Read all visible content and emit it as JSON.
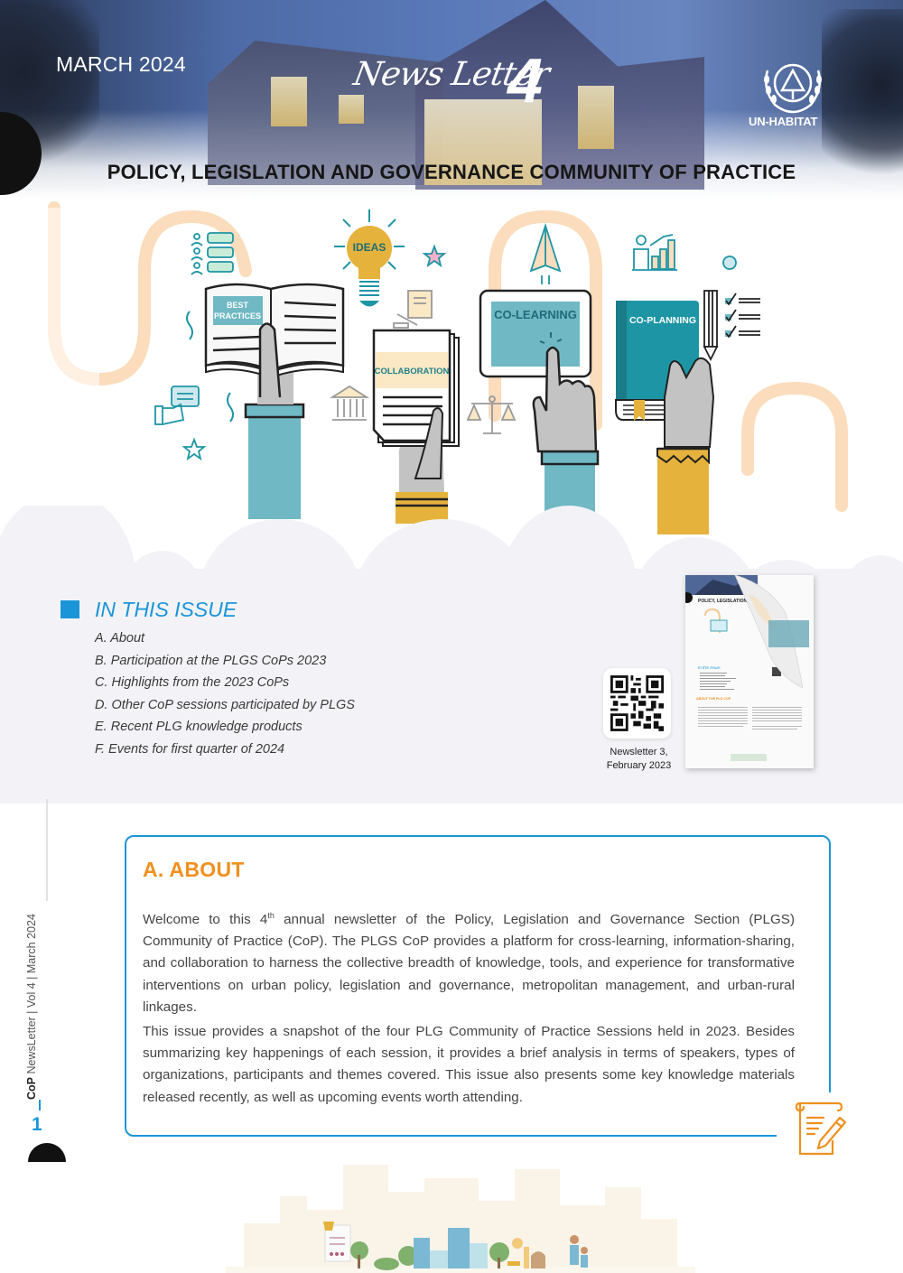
{
  "header": {
    "date": "MARCH 2024",
    "newsletter_script": "News Letter",
    "newsletter_number": "4",
    "logo_label": "UN-HABITAT",
    "title": "POLICY, LEGISLATION AND GOVERNANCE COMMUNITY OF PRACTICE"
  },
  "illustration": {
    "labels": {
      "best_practices_line1": "BEST",
      "best_practices_line2": "PRACTICES",
      "ideas": "IDEAS",
      "collaboration": "COLLABORATION",
      "co_learning": "CO-LEARNING",
      "co_planning": "CO-PLANNING"
    },
    "icons": [
      "chat-people-icon",
      "lightbulb-icon",
      "star-icon",
      "gavel-document-icon",
      "open-book-icon",
      "thumbs-up-chat-icon",
      "institution-building-icon",
      "scales-icon",
      "paper-plane-icon",
      "tablet-icon",
      "growth-chart-person-icon",
      "book-icon",
      "pencil-icon",
      "checklist-icon"
    ],
    "colors": {
      "teal": "#6fb8c4",
      "dark_teal": "#1e95a4",
      "mustard": "#e5b33c",
      "peach": "#fbdcbc",
      "grey_hand": "#c3c3c3"
    }
  },
  "in_this_issue": {
    "heading": "IN THIS ISSUE",
    "items": [
      "A.  About",
      "B.  Participation at the PLGS CoPs 2023",
      "C.  Highlights from the 2023 CoPs",
      "D.  Other CoP sessions participated by PLGS",
      "E.  Recent PLG knowledge products",
      "F. Events for first quarter of 2024"
    ]
  },
  "previous_issue": {
    "caption_line1": "Newsletter 3,",
    "caption_line2": "February 2023",
    "cover_title": "POLICY, LEGISLATION AN",
    "cover_toc_heading": "In this Issue:",
    "cover_section": "ABOUT THE PLG COP"
  },
  "side_rail": {
    "brand": "CoP",
    "text": " NewsLetter | Vol 4 | March 2024",
    "page_number": "1"
  },
  "about": {
    "title": "A.  ABOUT",
    "p1_pre": "Welcome to this 4",
    "p1_sup": "th",
    "p1_post": " annual newsletter of the Policy, Legislation and Governance Section (PLGS) Community of Practice (CoP). The PLGS CoP provides a platform for cross-learning, information-sharing, and collaboration to harness the collective breadth of knowledge, tools, and experience for transformative interventions on urban policy, legislation and governance, metropolitan management, and urban-rural linkages.",
    "p2": "This issue provides a snapshot of the four PLG Community of Practice Sessions held in 2023. Besides summarizing key happenings of each session, it provides a brief analysis in terms of speakers, types of organizations, participants and themes covered. This issue also presents some key knowledge materials released recently, as well as upcoming events worth attending."
  },
  "colors": {
    "accent_blue": "#1b95d8",
    "accent_orange": "#f0901e",
    "band_grey": "#f3f3f7"
  }
}
